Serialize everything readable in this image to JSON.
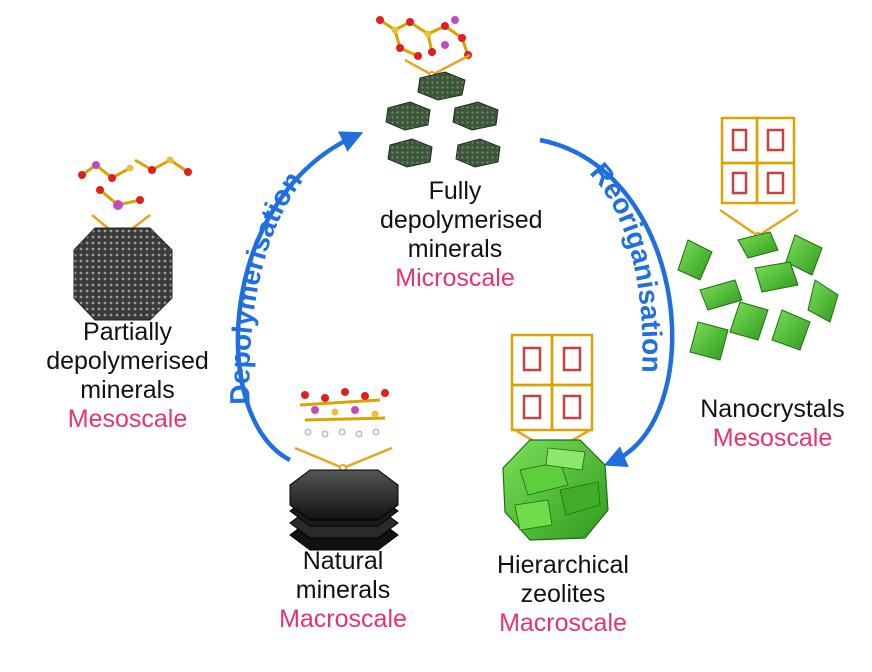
{
  "colors": {
    "arrow": "#1f6fe0",
    "scale_text": "#e8336d",
    "bond_line": "#e8a323",
    "zeolite_green": "#4cbe2c",
    "dark_mineral": "#2b2b2b",
    "microscale_green": "#3f5a3d"
  },
  "process_labels": {
    "left_arrow": "Depolymerisation",
    "right_arrow": "Reoriganisation"
  },
  "stages": {
    "fully": {
      "line1": "Fully",
      "line2": "depolymerised",
      "line3": "minerals",
      "scale": "Microscale"
    },
    "partial": {
      "line1": "Partially",
      "line2": "depolymerised",
      "line3": "minerals",
      "scale": "Mesoscale"
    },
    "natural": {
      "line1": "Natural",
      "line2": "minerals",
      "scale": "Macroscale"
    },
    "nano": {
      "line1": "Nanocrystals",
      "scale": "Mesoscale"
    },
    "hierarchical": {
      "line1": "Hierarchical",
      "line2": "zeolites",
      "scale": "Macroscale"
    }
  }
}
